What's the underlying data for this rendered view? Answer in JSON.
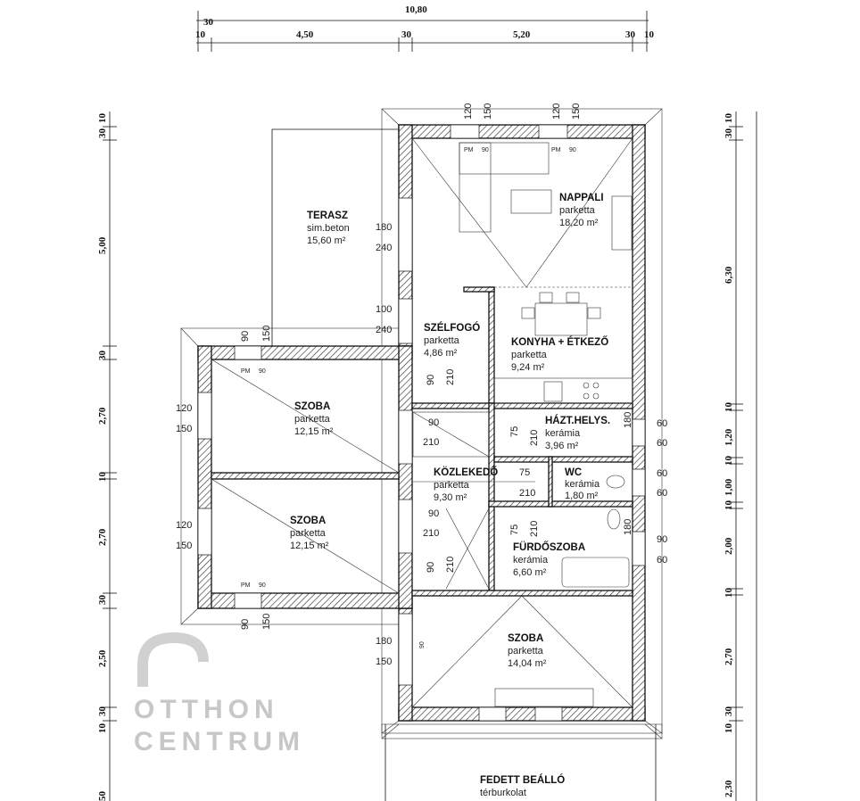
{
  "dimensions": {
    "top_total": "10,80",
    "top_30a": "30",
    "top_segments": [
      "10",
      "4,50",
      "30",
      "5,20",
      "30",
      "10"
    ],
    "left": [
      "30",
      "10",
      "5,00",
      "30",
      "2,70",
      "10",
      "2,70",
      "30",
      "2,50",
      "30",
      "10",
      "50"
    ],
    "right": [
      "30",
      "10",
      "6,30",
      "10",
      "1,20",
      "10",
      "1,00",
      "10",
      "2,00",
      "10",
      "2,70",
      "30",
      "10",
      "2,30"
    ]
  },
  "rooms": [
    {
      "name": "NAPPALI",
      "floor": "parketta",
      "area": "18,20 m²"
    },
    {
      "name": "TERASZ",
      "floor": "sim.beton",
      "area": "15,60 m²"
    },
    {
      "name": "SZÉLFOGÓ",
      "floor": "parketta",
      "area": "4,86 m²"
    },
    {
      "name": "KONYHA + ÉTKEZŐ",
      "floor": "parketta",
      "area": "9,24 m²"
    },
    {
      "name": "SZOBA",
      "floor": "parketta",
      "area": "12,15 m²"
    },
    {
      "name": "HÁZT.HELYS.",
      "floor": "kerámia",
      "area": "3,96 m²"
    },
    {
      "name": "KÖZLEKEDŐ",
      "floor": "parketta",
      "area": "9,30 m²"
    },
    {
      "name": "WC",
      "floor": "kerámia",
      "area": "1,80 m²"
    },
    {
      "name": "SZOBA",
      "floor": "parketta",
      "area": "12,15 m²"
    },
    {
      "name": "FÜRDŐSZOBA",
      "floor": "kerámia",
      "area": "6,60 m²"
    },
    {
      "name": "SZOBA",
      "floor": "parketta",
      "area": "14,04 m²"
    },
    {
      "name": "FEDETT BEÁLLÓ",
      "floor": "térburkolat",
      "area": ""
    }
  ],
  "openings": {
    "w120": "120",
    "w150": "150",
    "w90": "90",
    "w180": "180",
    "w240": "240",
    "w100": "100",
    "w210": "210",
    "w75": "75",
    "w60": "60",
    "pm": "PM"
  },
  "watermark": {
    "line1": "OTTHON",
    "line2": "CENTRUM"
  }
}
